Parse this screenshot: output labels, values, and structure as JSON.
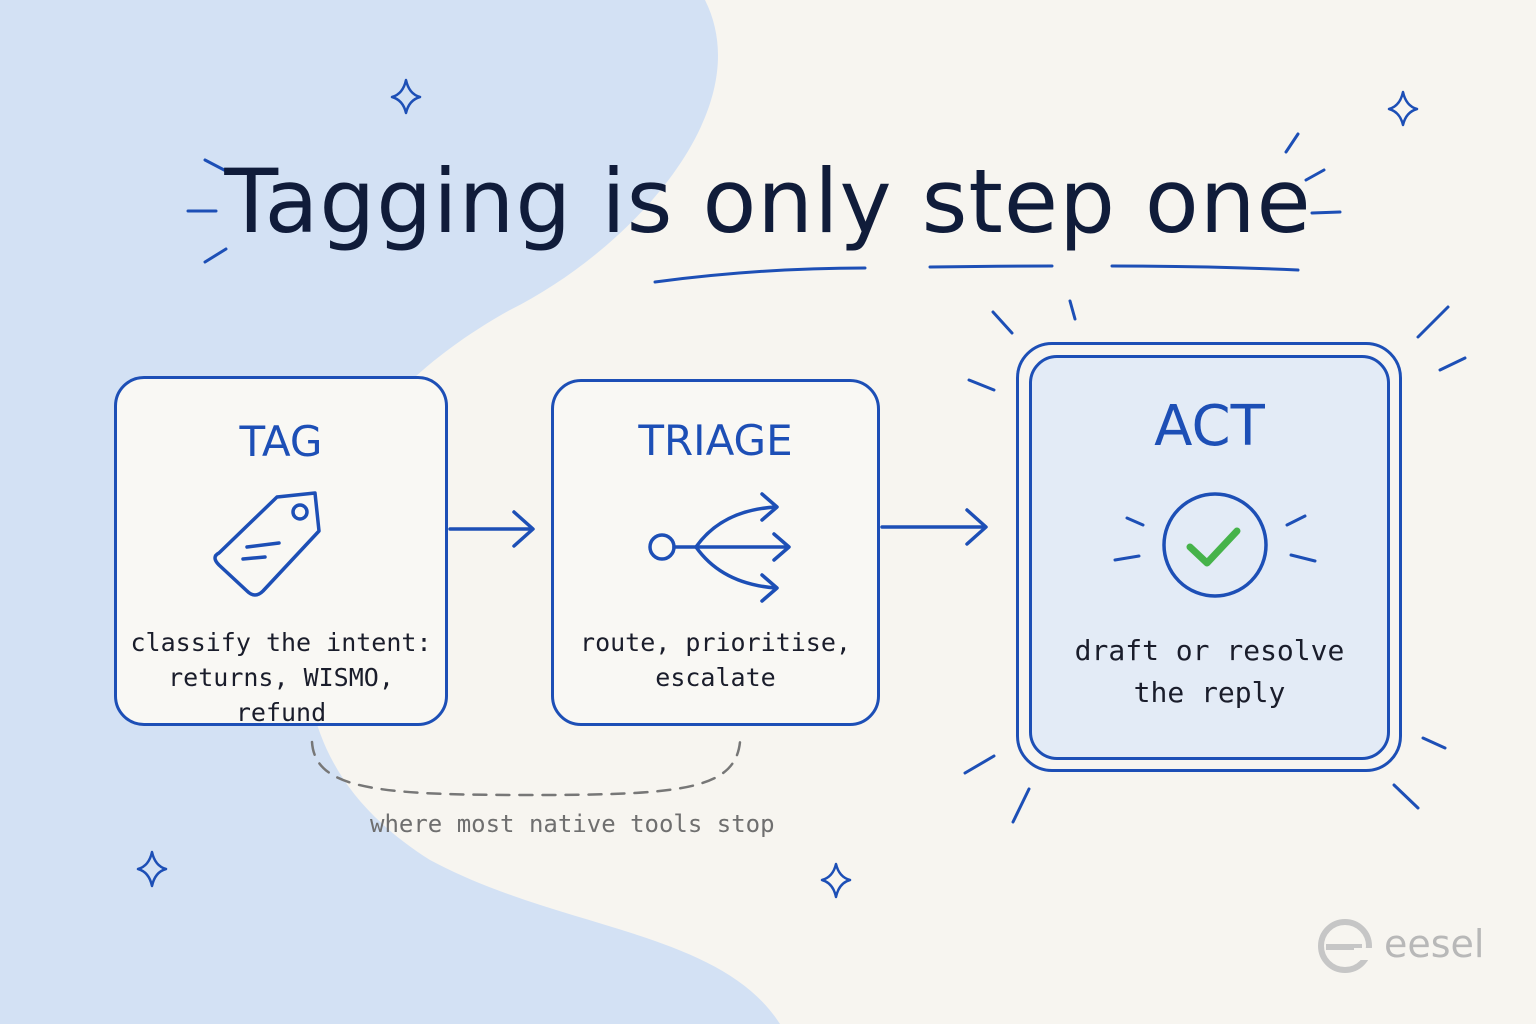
{
  "title": "Tagging is only step one",
  "steps": [
    {
      "label": "TAG",
      "icon": "tag-icon",
      "description_lines": [
        "classify the intent:",
        "returns, WISMO, refund"
      ]
    },
    {
      "label": "TRIAGE",
      "icon": "branch-arrows-icon",
      "description_lines": [
        "route, prioritise,",
        "escalate"
      ]
    },
    {
      "label": "ACT",
      "icon": "check-circle-icon",
      "description_lines": [
        "draft or resolve",
        "the reply"
      ],
      "highlighted": true
    }
  ],
  "bracket_note": "where most native tools stop",
  "brand": {
    "logo_letter": "e",
    "name": "eesel"
  },
  "colors": {
    "background": "#f7f5f0",
    "blob": "#d3e1f4",
    "accent_blue": "#1d4fb6",
    "title_ink": "#101c3a",
    "check_green": "#46b34a",
    "muted_gray": "#6f6f6f",
    "brand_gray": "#b8b8b8"
  }
}
